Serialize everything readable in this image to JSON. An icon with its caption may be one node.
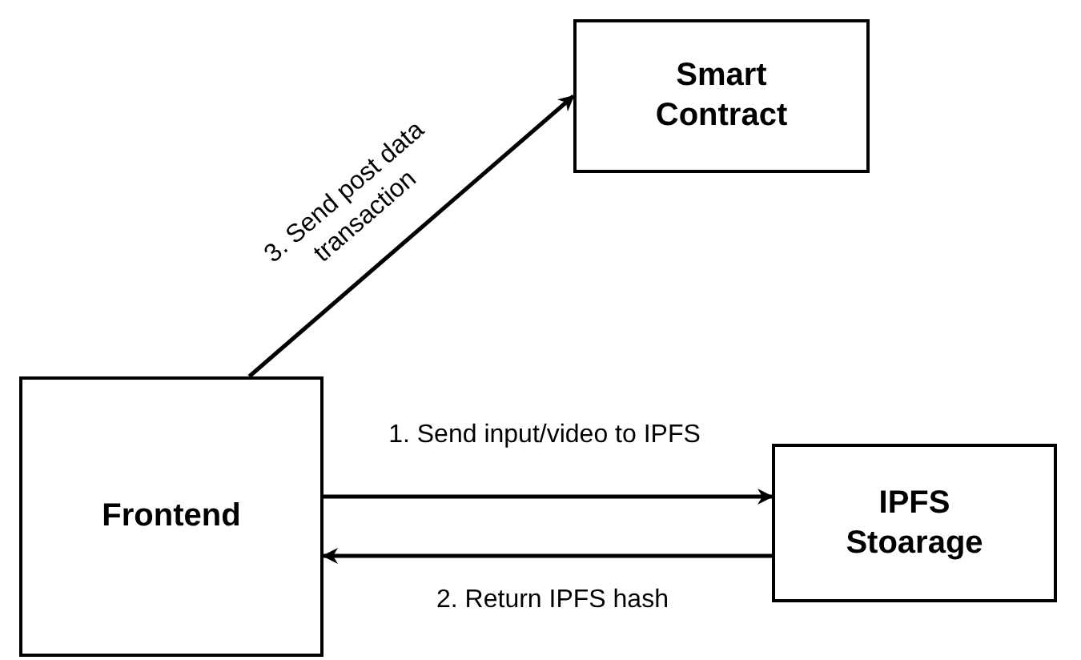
{
  "diagram": {
    "nodes": [
      {
        "text": [
          "Smart Contract"
        ]
      },
      {
        "text": [
          "Frontend"
        ]
      },
      {
        "text": [
          "IPFS Stoarage"
        ]
      }
    ],
    "edges": [
      {
        "from": 1,
        "to": 2,
        "arrow": "to",
        "label": "1. Send input/video to IPFS"
      },
      {
        "from": 2,
        "to": 1,
        "arrow": "to",
        "label": "2. Return IPFS hash"
      },
      {
        "from": 1,
        "to": 0,
        "arrow": "to",
        "label": "3. Send post data transaction"
      }
    ]
  }
}
